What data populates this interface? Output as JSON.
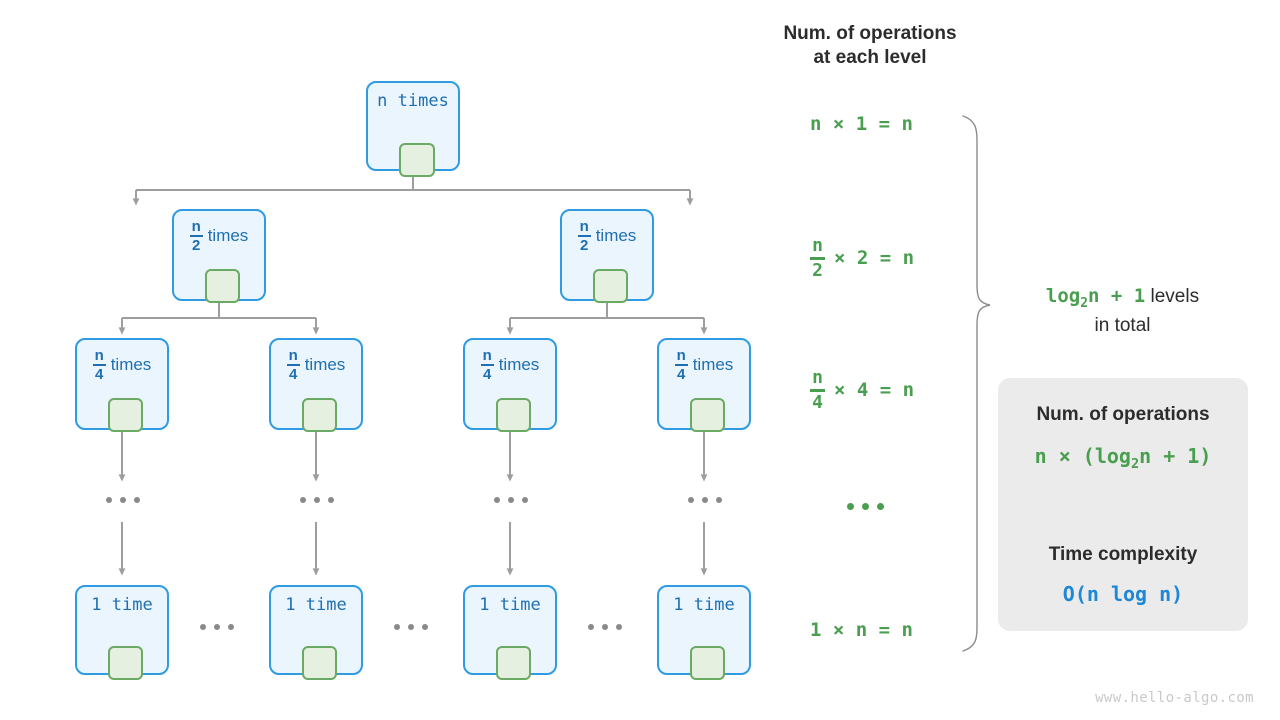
{
  "diagram": {
    "title_right": "Num. of operations\nat each level",
    "watermark": "www.hello-algo.com"
  },
  "right_header": {
    "line1": "Num. of operations",
    "line2": "at each level"
  },
  "tree": {
    "levels": [
      {
        "id": "level-1",
        "nodes": [
          {
            "label_kind": "mono",
            "text": "n times",
            "numerator": "",
            "denominator": "",
            "suffix": ""
          }
        ]
      },
      {
        "id": "level-2",
        "nodes": [
          {
            "label_kind": "frac",
            "text": "",
            "numerator": "n",
            "denominator": "2",
            "suffix": "times"
          },
          {
            "label_kind": "frac",
            "text": "",
            "numerator": "n",
            "denominator": "2",
            "suffix": "times"
          }
        ]
      },
      {
        "id": "level-3",
        "nodes": [
          {
            "label_kind": "frac",
            "text": "",
            "numerator": "n",
            "denominator": "4",
            "suffix": "times"
          },
          {
            "label_kind": "frac",
            "text": "",
            "numerator": "n",
            "denominator": "4",
            "suffix": "times"
          },
          {
            "label_kind": "frac",
            "text": "",
            "numerator": "n",
            "denominator": "4",
            "suffix": "times"
          },
          {
            "label_kind": "frac",
            "text": "",
            "numerator": "n",
            "denominator": "4",
            "suffix": "times"
          }
        ]
      },
      {
        "id": "level-last",
        "nodes": [
          {
            "label_kind": "mono",
            "text": "1 time",
            "numerator": "",
            "denominator": "",
            "suffix": ""
          },
          {
            "label_kind": "mono",
            "text": "1 time",
            "numerator": "",
            "denominator": "",
            "suffix": ""
          },
          {
            "label_kind": "mono",
            "text": "1 time",
            "numerator": "",
            "denominator": "",
            "suffix": ""
          },
          {
            "label_kind": "mono",
            "text": "1 time",
            "numerator": "",
            "denominator": "",
            "suffix": ""
          }
        ]
      }
    ],
    "ellipsis": "..."
  },
  "operations_column": {
    "rows": [
      {
        "id": "row-1",
        "kind": "plain",
        "text": "n × 1 = n"
      },
      {
        "id": "row-2",
        "kind": "frac",
        "numerator": "n",
        "denominator": "2",
        "rest": "× 2 = n"
      },
      {
        "id": "row-3",
        "kind": "frac",
        "numerator": "n",
        "denominator": "4",
        "rest": "× 4 = n"
      },
      {
        "id": "row-dots",
        "kind": "dots",
        "text": "..."
      },
      {
        "id": "row-last",
        "kind": "plain",
        "text": "1 × n = n"
      }
    ]
  },
  "levels_note": {
    "formula": "log",
    "sub": "2",
    "formula_tail": "n + 1",
    "text_after": "levels",
    "line2": "in total"
  },
  "summary_card": {
    "heading1": "Num. of operations",
    "expr_prefix": "n × (log",
    "expr_sub": "2",
    "expr_suffix": "n + 1)",
    "heading2": "Time complexity",
    "complexity": "O(n log n)"
  },
  "colors": {
    "node_fill": "#eaf5fd",
    "node_border": "#2f9be3",
    "node_text": "#1f6fb2",
    "inner_fill": "#e6f0e0",
    "inner_border": "#6aaa64",
    "green": "#4a9e4f",
    "blue": "#1e88d6",
    "gray_line": "#9e9e9e",
    "card_bg": "#ebebeb",
    "dark_text": "#2c2c2c"
  }
}
